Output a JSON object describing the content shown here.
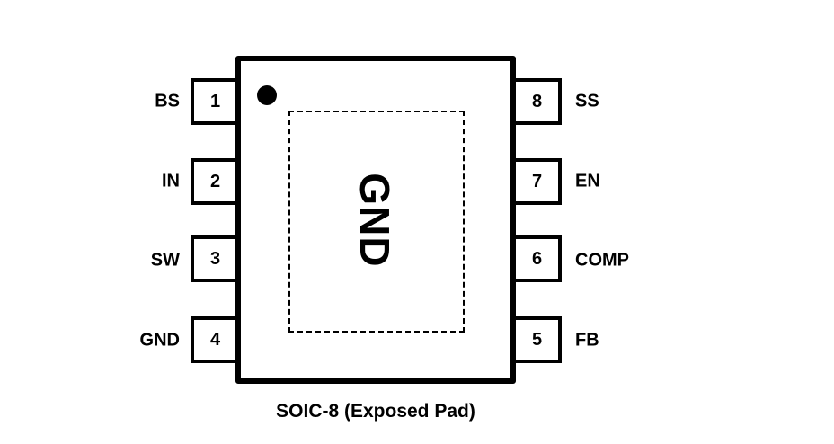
{
  "package": {
    "caption": "SOIC-8 (Exposed Pad)",
    "exposed_pad_label": "GND",
    "pin1_indicator": "dot"
  },
  "pins_left": [
    {
      "number": "1",
      "name": "BS"
    },
    {
      "number": "2",
      "name": "IN"
    },
    {
      "number": "3",
      "name": "SW"
    },
    {
      "number": "4",
      "name": "GND"
    }
  ],
  "pins_right": [
    {
      "number": "8",
      "name": "SS"
    },
    {
      "number": "7",
      "name": "EN"
    },
    {
      "number": "6",
      "name": "COMP"
    },
    {
      "number": "5",
      "name": "FB"
    }
  ]
}
